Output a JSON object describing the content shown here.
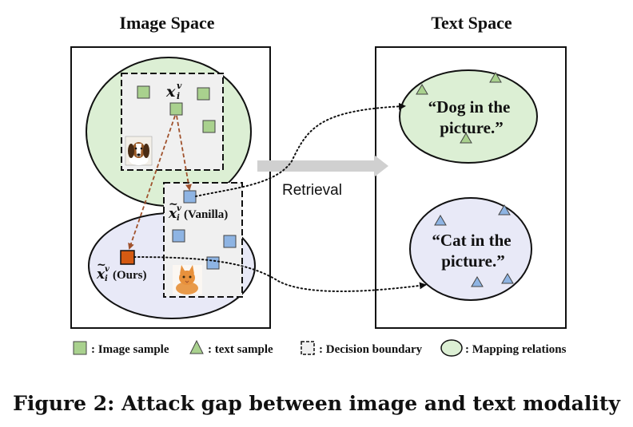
{
  "image_space": {
    "title": "Image Space",
    "target_label": "x",
    "target_sup": "v",
    "target_sub": "i",
    "vanilla_label": "(Vanilla)",
    "ours_label": "(Ours)"
  },
  "text_space": {
    "title": "Text Space",
    "dog_line1": "“Dog in the",
    "dog_line2": "picture.”",
    "cat_line1": "“Cat in the",
    "cat_line2": "picture.”"
  },
  "arrow_label": "Retrieval",
  "legend": {
    "image_sample": ": Image sample",
    "text_sample": ": text sample",
    "decision_boundary": ": Decision boundary",
    "mapping_relations": ": Mapping relations"
  },
  "caption": "Figure 2: Attack gap between image and text modality",
  "colors": {
    "green_fill": "#dcefd4",
    "green_square": "#a9d18e",
    "blue_fill": "#e8e9f7",
    "blue_square": "#8eb4e3",
    "orange_square": "#d45a12",
    "dashed_arrow": "#a0522d",
    "retrieval_arrow": "#d0d0d0"
  }
}
